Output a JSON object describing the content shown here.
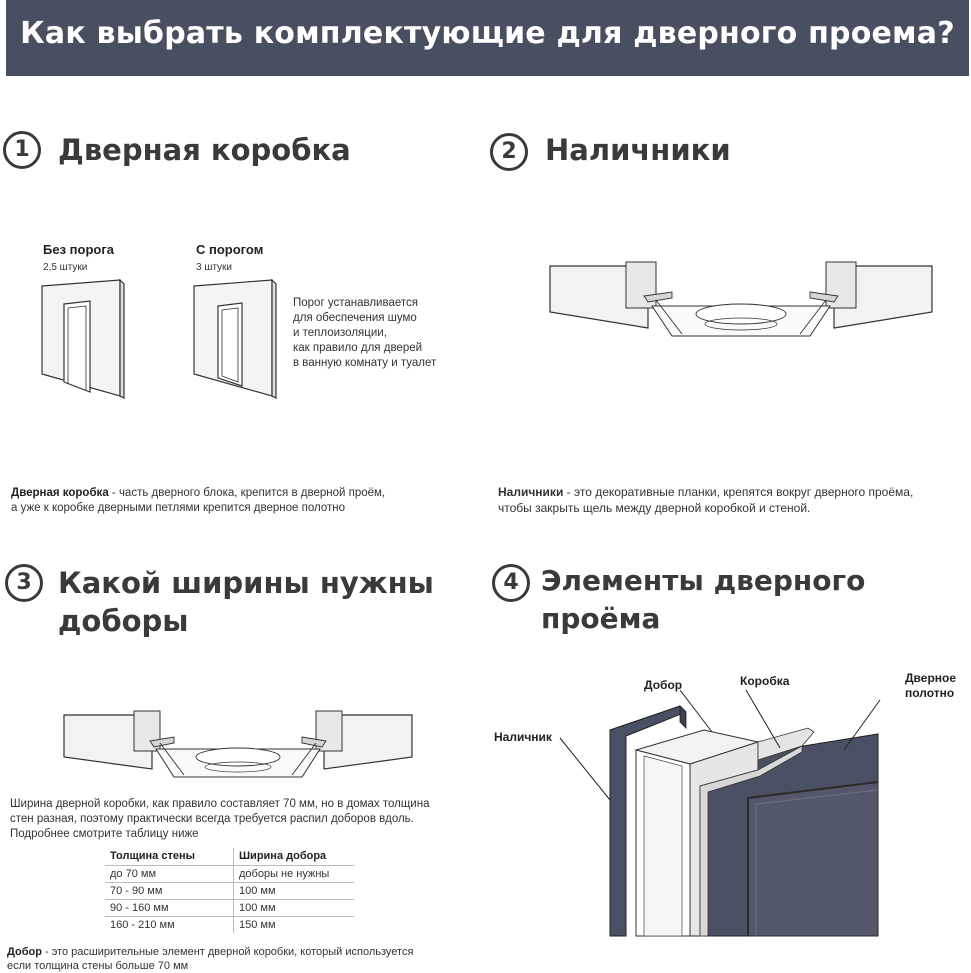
{
  "header": {
    "title": "Как выбрать комплектующие для дверного проема?"
  },
  "sections": [
    {
      "number": "1",
      "title": "Дверная коробка",
      "variants": [
        {
          "label": "Без порога",
          "count": "2,5 штуки"
        },
        {
          "label": "С порогом",
          "count": "3 штуки"
        }
      ],
      "threshold_note": [
        "Порог устанавливается",
        "для обеспечения шумо",
        "и теплоизоляции,",
        "как правило для дверей",
        "в ванную комнату и туалет"
      ],
      "definition_term": "Дверная коробка",
      "definition_lines": [
        " - часть дверного блока, крепится в дверной проём,",
        "а уже к коробке дверными петлями крепится дверное полотно"
      ]
    },
    {
      "number": "2",
      "title": "Наличники",
      "definition_term": "Наличники",
      "definition_lines": [
        " - это декоративные планки, крепятся вокруг дверного проёма,",
        "чтобы закрыть щель между дверной коробкой и стеной."
      ]
    },
    {
      "number": "3",
      "title_lines": [
        "Какой ширины нужны",
        "доборы"
      ],
      "description_lines": [
        "Ширина дверной коробки, как правило составляет 70 мм, но в домах толщина",
        "стен разная, поэтому практически всегда требуется распил доборов  вдоль.",
        "Подробнее смотрите таблицу ниже"
      ],
      "table": {
        "headers": [
          "Толщина стены",
          "Ширина добора"
        ],
        "rows": [
          [
            "до 70 мм",
            "доборы не нужны"
          ],
          [
            "70 - 90 мм",
            "100 мм"
          ],
          [
            "90 - 160 мм",
            "100 мм"
          ],
          [
            "160 - 210 мм",
            "150 мм"
          ]
        ]
      },
      "definition_term": "Добор",
      "definition_lines": [
        " - это расширительные элемент дверной коробки, который используется",
        "если толщина стены больше  70 мм"
      ]
    },
    {
      "number": "4",
      "title": "Элементы дверного проёма",
      "callouts": {
        "dobor": "Добор",
        "korobka": "Коробка",
        "door_leaf_lines": [
          "Дверное",
          "полотно"
        ],
        "nalichnik": "Наличник"
      }
    }
  ],
  "colors": {
    "banner": "#484f60",
    "door_dark": "#4a5063",
    "text_dark": "#3a3a3a"
  }
}
